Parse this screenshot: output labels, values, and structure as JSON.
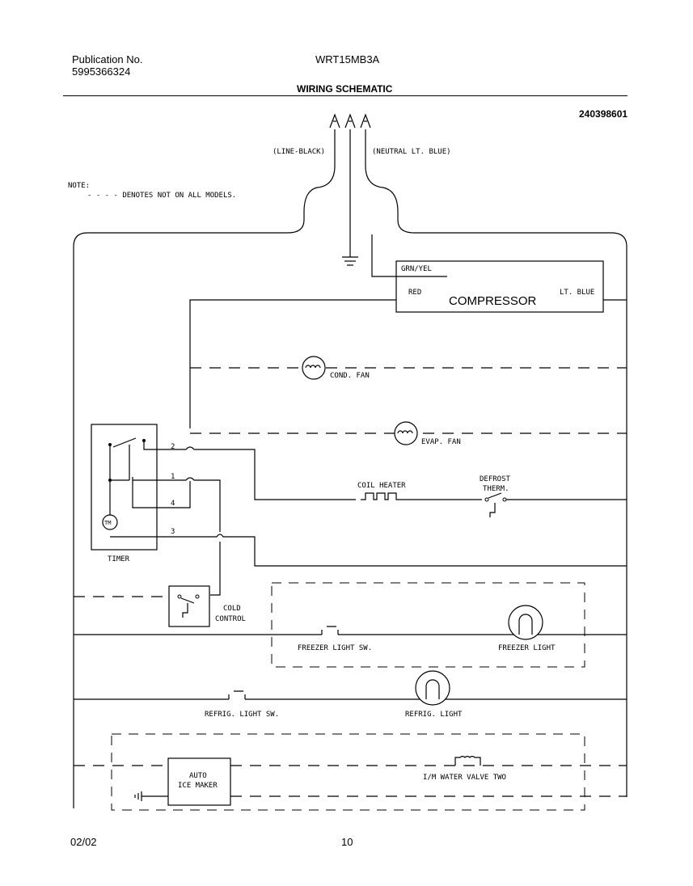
{
  "header": {
    "publication_label": "Publication No.",
    "publication_number": "5995366324",
    "model": "WRT15MB3A",
    "title": "WIRING SCHEMATIC",
    "diagram_number": "240398601"
  },
  "footer": {
    "date": "02/02",
    "page": "10"
  },
  "diagram": {
    "line_label": "(LINE-BLACK)",
    "neutral_label": "(NEUTRAL LT. BLUE)",
    "note_label": "NOTE:",
    "note_text": "- -  - - DENOTES NOT ON ALL MODELS.",
    "grn_yel": "GRN/YEL",
    "red": "RED",
    "compressor": "COMPRESSOR",
    "lt_blue": "LT. BLUE",
    "cond_fan": "COND. FAN",
    "evap_fan": "EVAP. FAN",
    "coil_heater": "COIL HEATER",
    "defrost_therm_1": "DEFROST",
    "defrost_therm_2": "THERM.",
    "timer": "TIMER",
    "timer_motor": "TM",
    "term_2": "2",
    "term_1": "1",
    "term_4": "4",
    "term_3": "3",
    "cold_control_1": "COLD",
    "cold_control_2": "CONTROL",
    "freezer_light_sw": "FREEZER LIGHT SW.",
    "freezer_light": "FREEZER LIGHT",
    "refrig_light_sw": "REFRIG. LIGHT SW.",
    "refrig_light": "REFRIG. LIGHT",
    "auto_ice_maker_1": "AUTO",
    "auto_ice_maker_2": "ICE MAKER",
    "im_water_valve": "I/M WATER VALVE TWO"
  }
}
